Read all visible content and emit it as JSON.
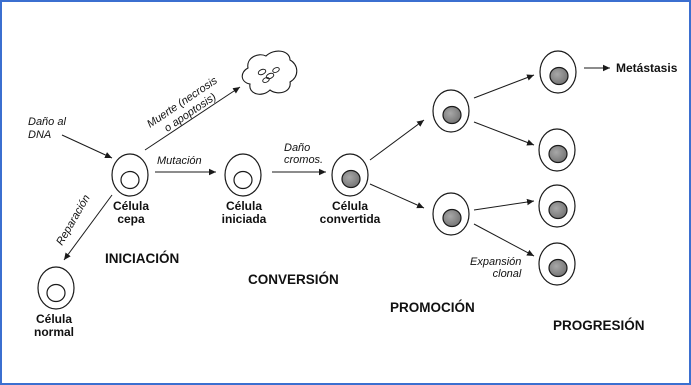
{
  "labels": {
    "dano_dna": "Daño al\nDNA",
    "muerte": "Muerte (necrosis\no apoptosis)",
    "mutacion": "Mutación",
    "dano_cromos": "Daño\ncromos.",
    "reparacion": "Reparación",
    "expansion": "Expansión\nclonal",
    "metastasis": "Metástasis"
  },
  "cells": {
    "cepa": "Célula\ncepa",
    "iniciada": "Célula\niniciada",
    "convertida": "Célula\nconvertida",
    "normal": "Célula\nnormal"
  },
  "stages": {
    "iniciacion": "INICIACIÓN",
    "conversion": "CONVERSIÓN",
    "promocion": "PROMOCIÓN",
    "progresion": "PROGRESIÓN"
  },
  "colors": {
    "frame": "#3b6fd0",
    "line": "#1a1a1a",
    "nucleus_normal": "#ffffff",
    "nucleus_altered": "#8c8c8c"
  }
}
